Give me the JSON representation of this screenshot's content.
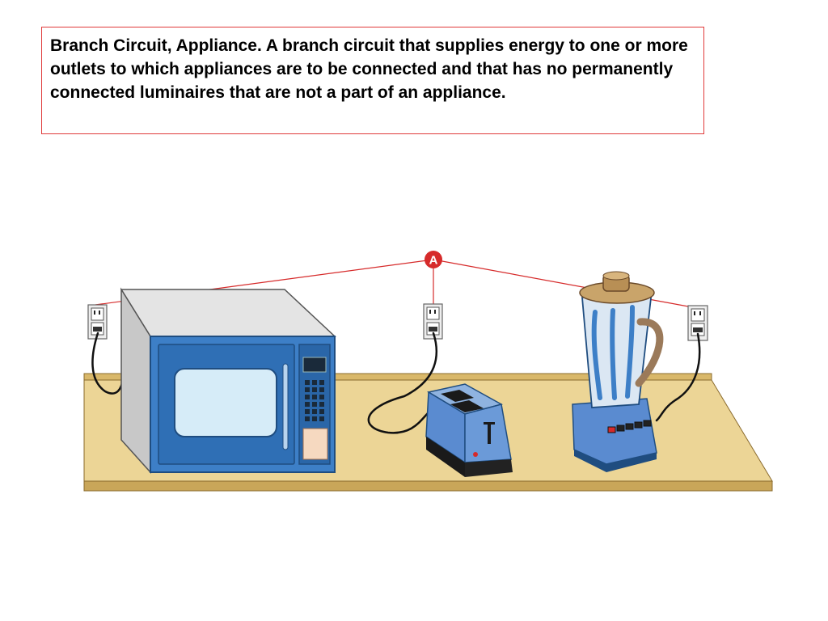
{
  "definition": {
    "text": "Branch Circuit, Appliance. A branch circuit that supplies energy to one or more outlets to which appliances are to be connected and that has no permanently connected luminaires that are not a part of an appliance."
  },
  "diagram": {
    "callout_label": "A",
    "colors": {
      "border_red": "#e03a3a",
      "callout": "#d62a2a",
      "appliance_blue": "#3d7fc7",
      "counter_wood": "#ecd596",
      "outlet_plate": "#eeeeee"
    },
    "appliances": [
      "microwave-oven",
      "toaster",
      "blender"
    ],
    "outlet_count": 3
  }
}
